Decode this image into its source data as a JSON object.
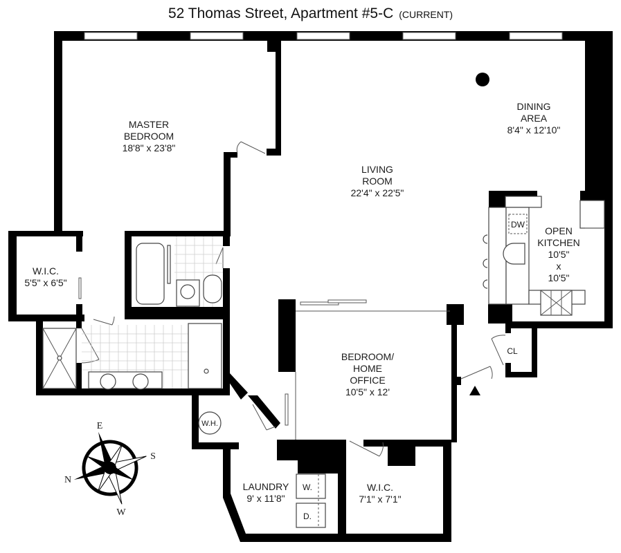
{
  "title": {
    "address": "52 Thomas Street, Apartment #5-C",
    "status": "(CURRENT)"
  },
  "rooms": {
    "master_bedroom": {
      "name1": "MASTER",
      "name2": "BEDROOM",
      "dims": "18'8\" x 23'8\""
    },
    "living_room": {
      "name1": "LIVING",
      "name2": "ROOM",
      "dims": "22'4\" x 22'5\""
    },
    "dining_area": {
      "name1": "DINING",
      "name2": "AREA",
      "dims": "8'4\" x 12'10\""
    },
    "open_kitchen": {
      "name1": "OPEN",
      "name2": "KITCHEN",
      "dim1": "10'5\"",
      "by": "x",
      "dim2": "10'5\""
    },
    "wic_master": {
      "name1": "W.I.C.",
      "dims": "5'5\" x 6'5\""
    },
    "bedroom_office": {
      "name1": "BEDROOM/",
      "name2": "HOME",
      "name3": "OFFICE",
      "dims": "10'5\" x 12'"
    },
    "laundry": {
      "name1": "LAUNDRY",
      "dims": "9' x 11'8\""
    },
    "wic_bedroom": {
      "name1": "W.I.C.",
      "dims": "7'1\" x 7'1\""
    },
    "closet": {
      "name1": "CL"
    }
  },
  "fixtures": {
    "dishwasher": "DW",
    "water_heater": "W.H.",
    "washer": "W.",
    "dryer": "D."
  },
  "compass": {
    "north": "N",
    "south": "S",
    "east": "E",
    "west": "W"
  },
  "colors": {
    "walls": "#000000",
    "background": "#ffffff",
    "fixtures": "#444444",
    "tile": "#cfcfcf"
  }
}
